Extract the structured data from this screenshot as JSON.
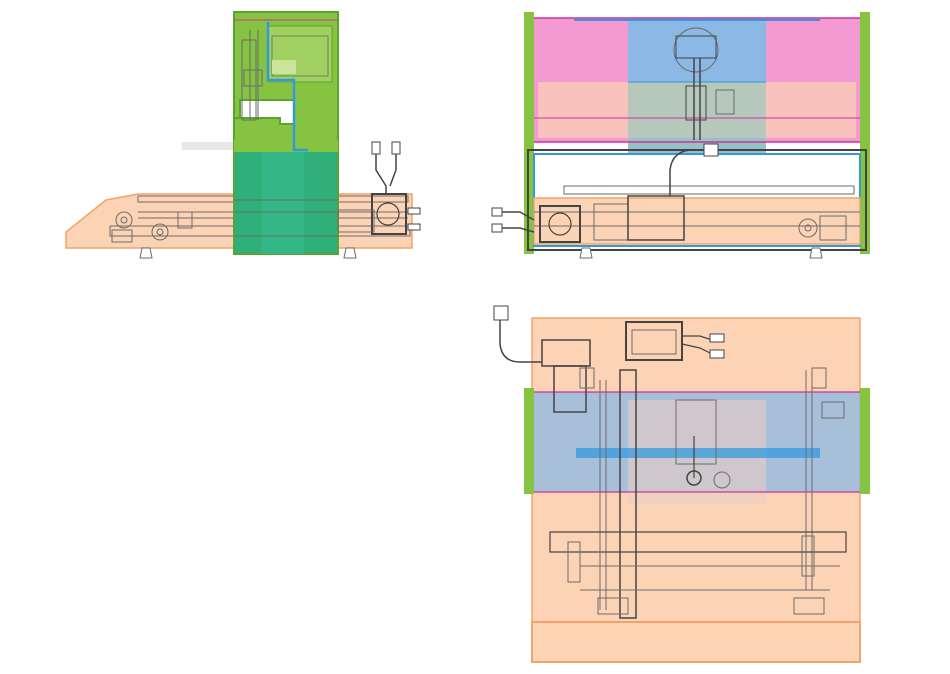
{
  "drawing": {
    "views": [
      {
        "id": "side",
        "name": "side-elevation-view"
      },
      {
        "id": "front",
        "name": "front-elevation-view"
      },
      {
        "id": "top",
        "name": "top-plan-view"
      }
    ]
  },
  "colors": {
    "base_fill": "#fcd3b4",
    "base_stroke": "#f2a468",
    "housing_green": "#86c341",
    "housing_green_dark": "#5aa52f",
    "chamber_teal": "#2fb07a",
    "panel_pink": "#f39ad2",
    "panel_blue": "#8bb8e4",
    "cable_blue": "#3399dd",
    "magenta_line": "#cc3399",
    "line_gray": "#6b6b6b",
    "line_dark": "#444444"
  }
}
